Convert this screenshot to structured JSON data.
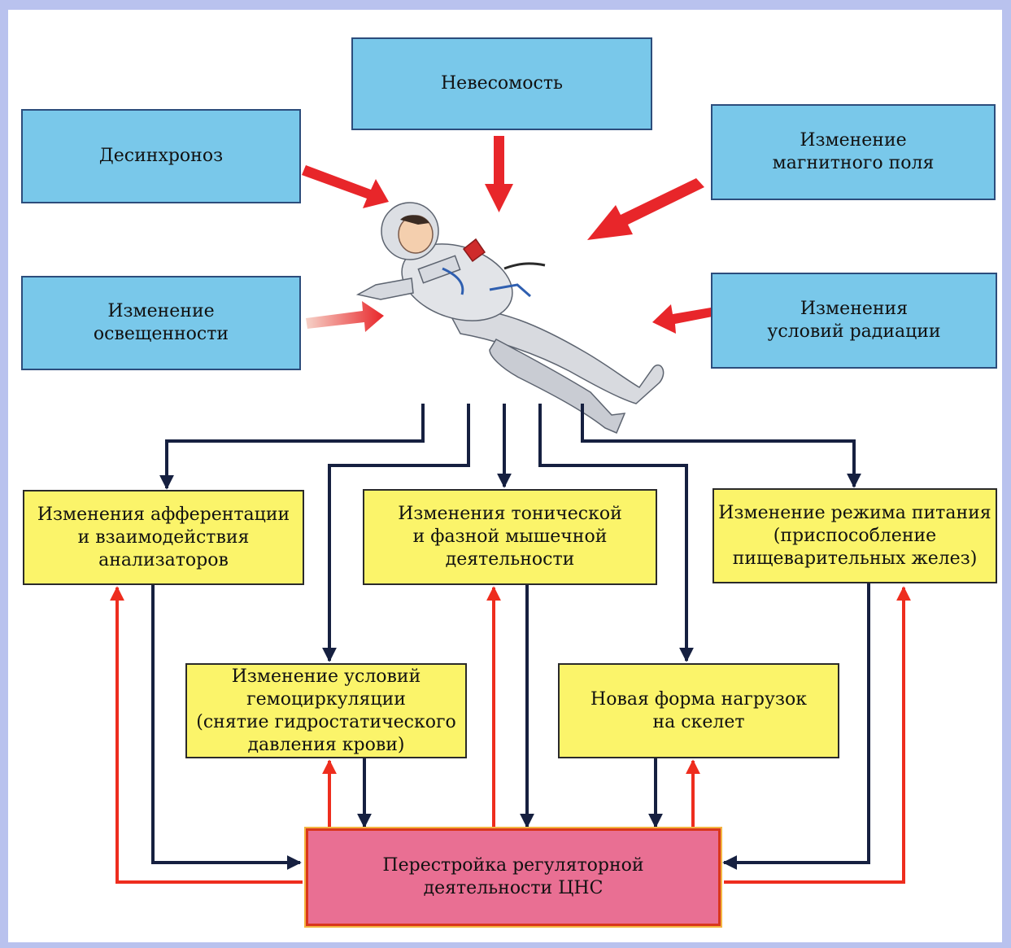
{
  "diagram": {
    "factors": {
      "weightlessness": "Невесомость",
      "desynchronosis": "Десинхроноз",
      "magnetic": "Изменение\nмагнитного поля",
      "illumination": "Изменение\nосвещенности",
      "radiation": "Изменения\nусловий радиации"
    },
    "effects": {
      "afferentation": "Изменения афферентации\nи взаимодействия\nанализаторов",
      "muscular": "Изменения тонической\nи фазной мышечной\nдеятельности",
      "nutrition": "Изменение режима питания\n(приспособление\nпищеварительных желез)",
      "hemocirculation": "Изменение условий\nгемоциркуляции\n(снятие гидростатического\nдавления крови)",
      "skeleton": "Новая форма нагрузок\nна скелет"
    },
    "center": "Перестройка регуляторной\nдеятельности ЦНС"
  },
  "colors": {
    "factor_box": "#79c8ea",
    "effect_box": "#fbf46a",
    "center_box": "#e96f93",
    "influence_arrow": "#e8262a",
    "feedback_arrow": "#ee2d1e",
    "effect_arrow": "#162040"
  },
  "illustration": "astronaut"
}
